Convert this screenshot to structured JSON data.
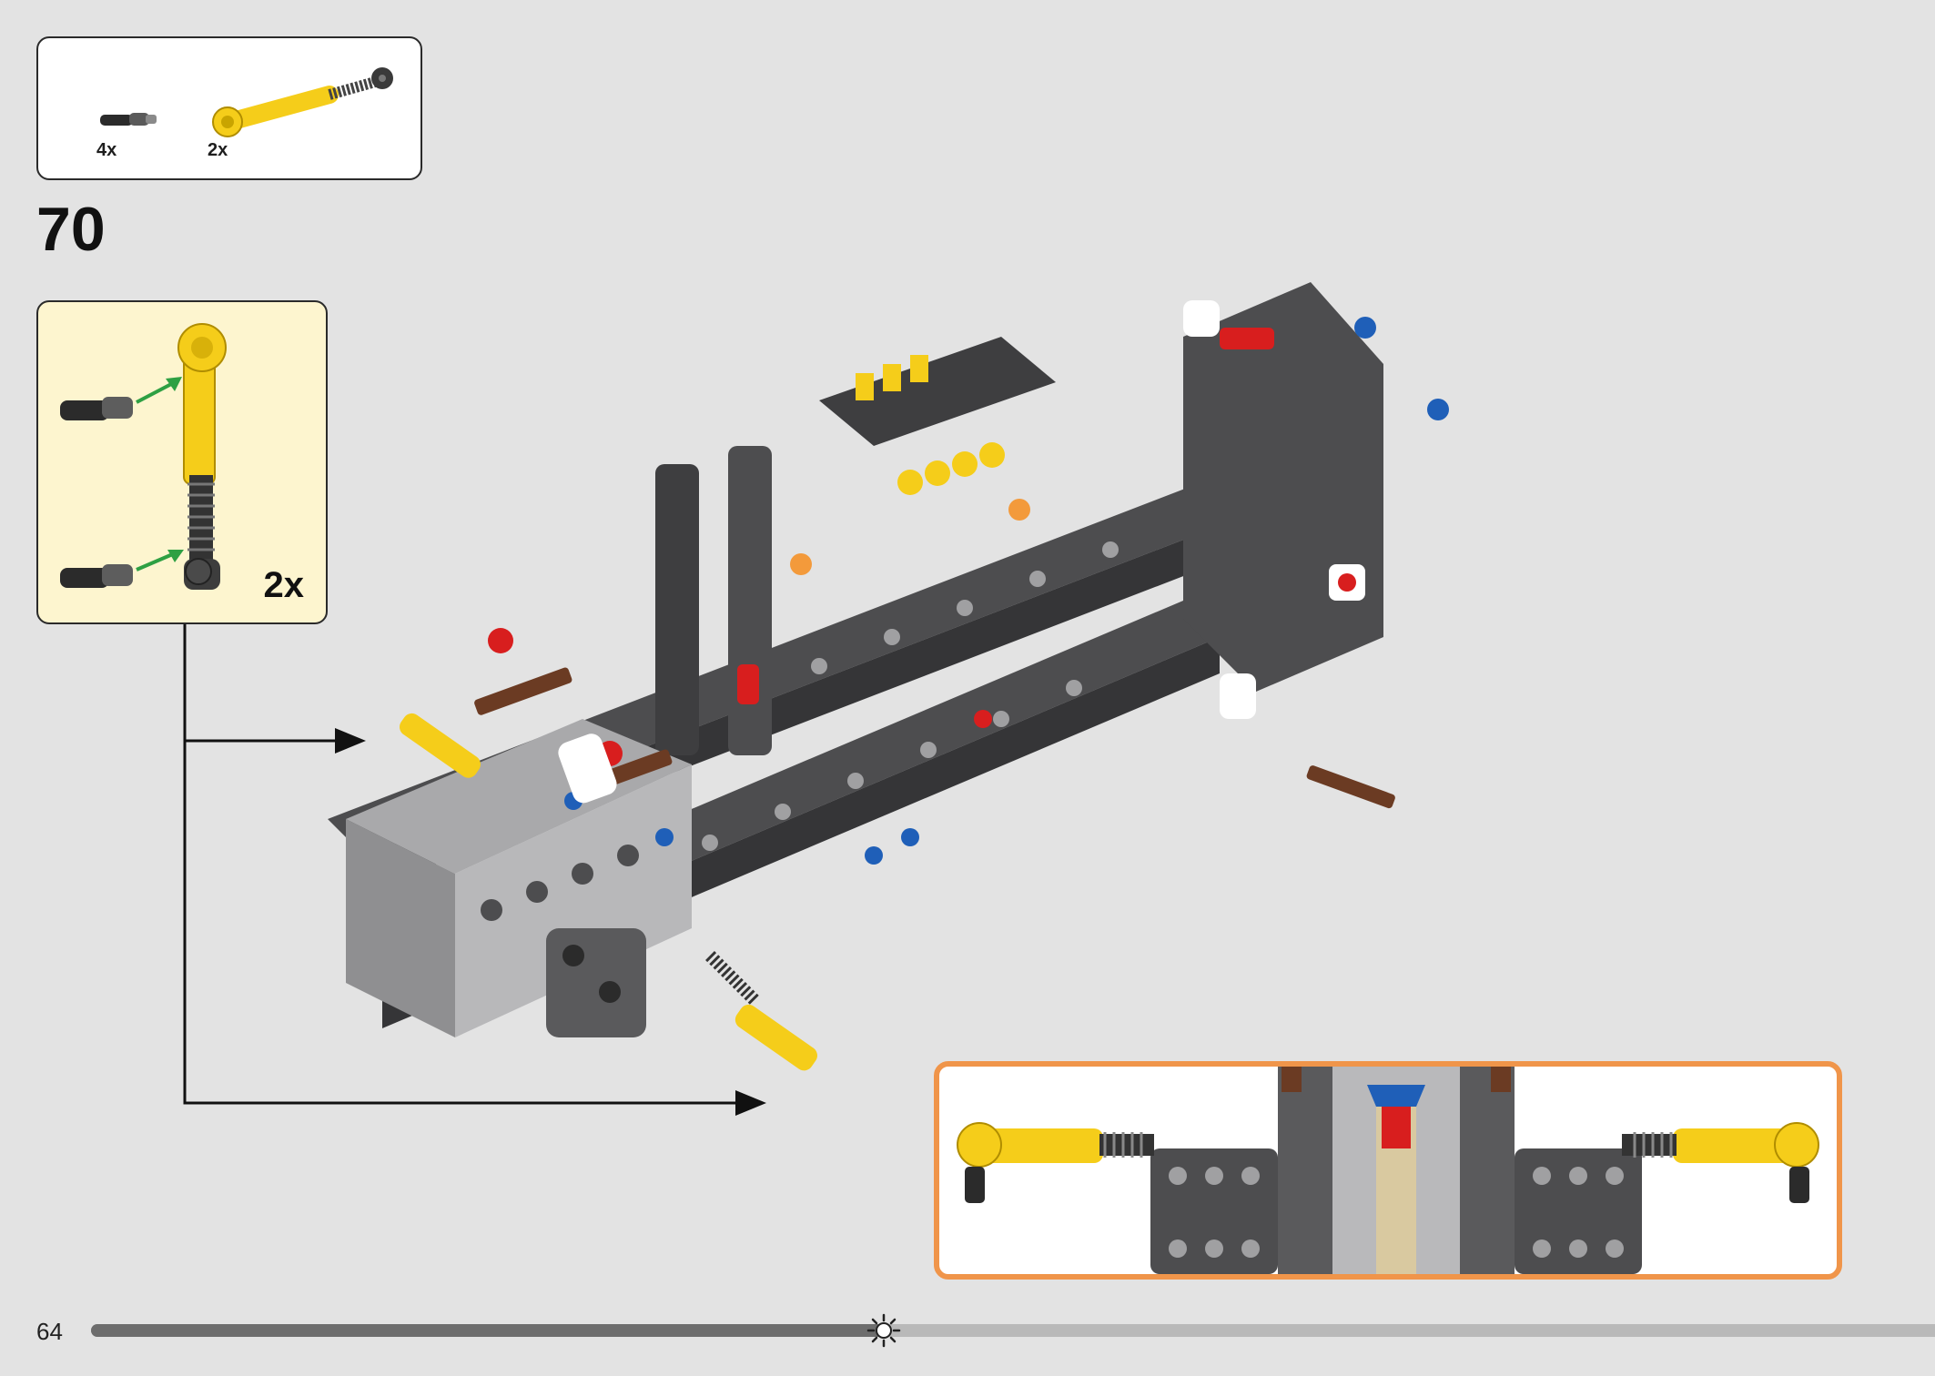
{
  "parts_list": {
    "items": [
      {
        "icon": "axle-pin-with-friction-icon",
        "count": "4x"
      },
      {
        "icon": "yellow-shock-absorber-arm-icon",
        "count": "2x"
      }
    ]
  },
  "step": {
    "number": "70"
  },
  "subassembly": {
    "multiplier": "2x"
  },
  "footer": {
    "page_number": "64",
    "progress": 0.43
  },
  "colors": {
    "background": "#e3e3e3",
    "subassembly_bg": "#fdf5cf",
    "detail_border": "#f0954a",
    "lego_yellow": "#f5cd1a",
    "lego_dark_gray": "#4d4d4f",
    "lego_light_gray": "#a9a9ab",
    "lego_red": "#d81e1e",
    "lego_blue": "#1f5fb8",
    "arrow_green": "#2ea043"
  }
}
